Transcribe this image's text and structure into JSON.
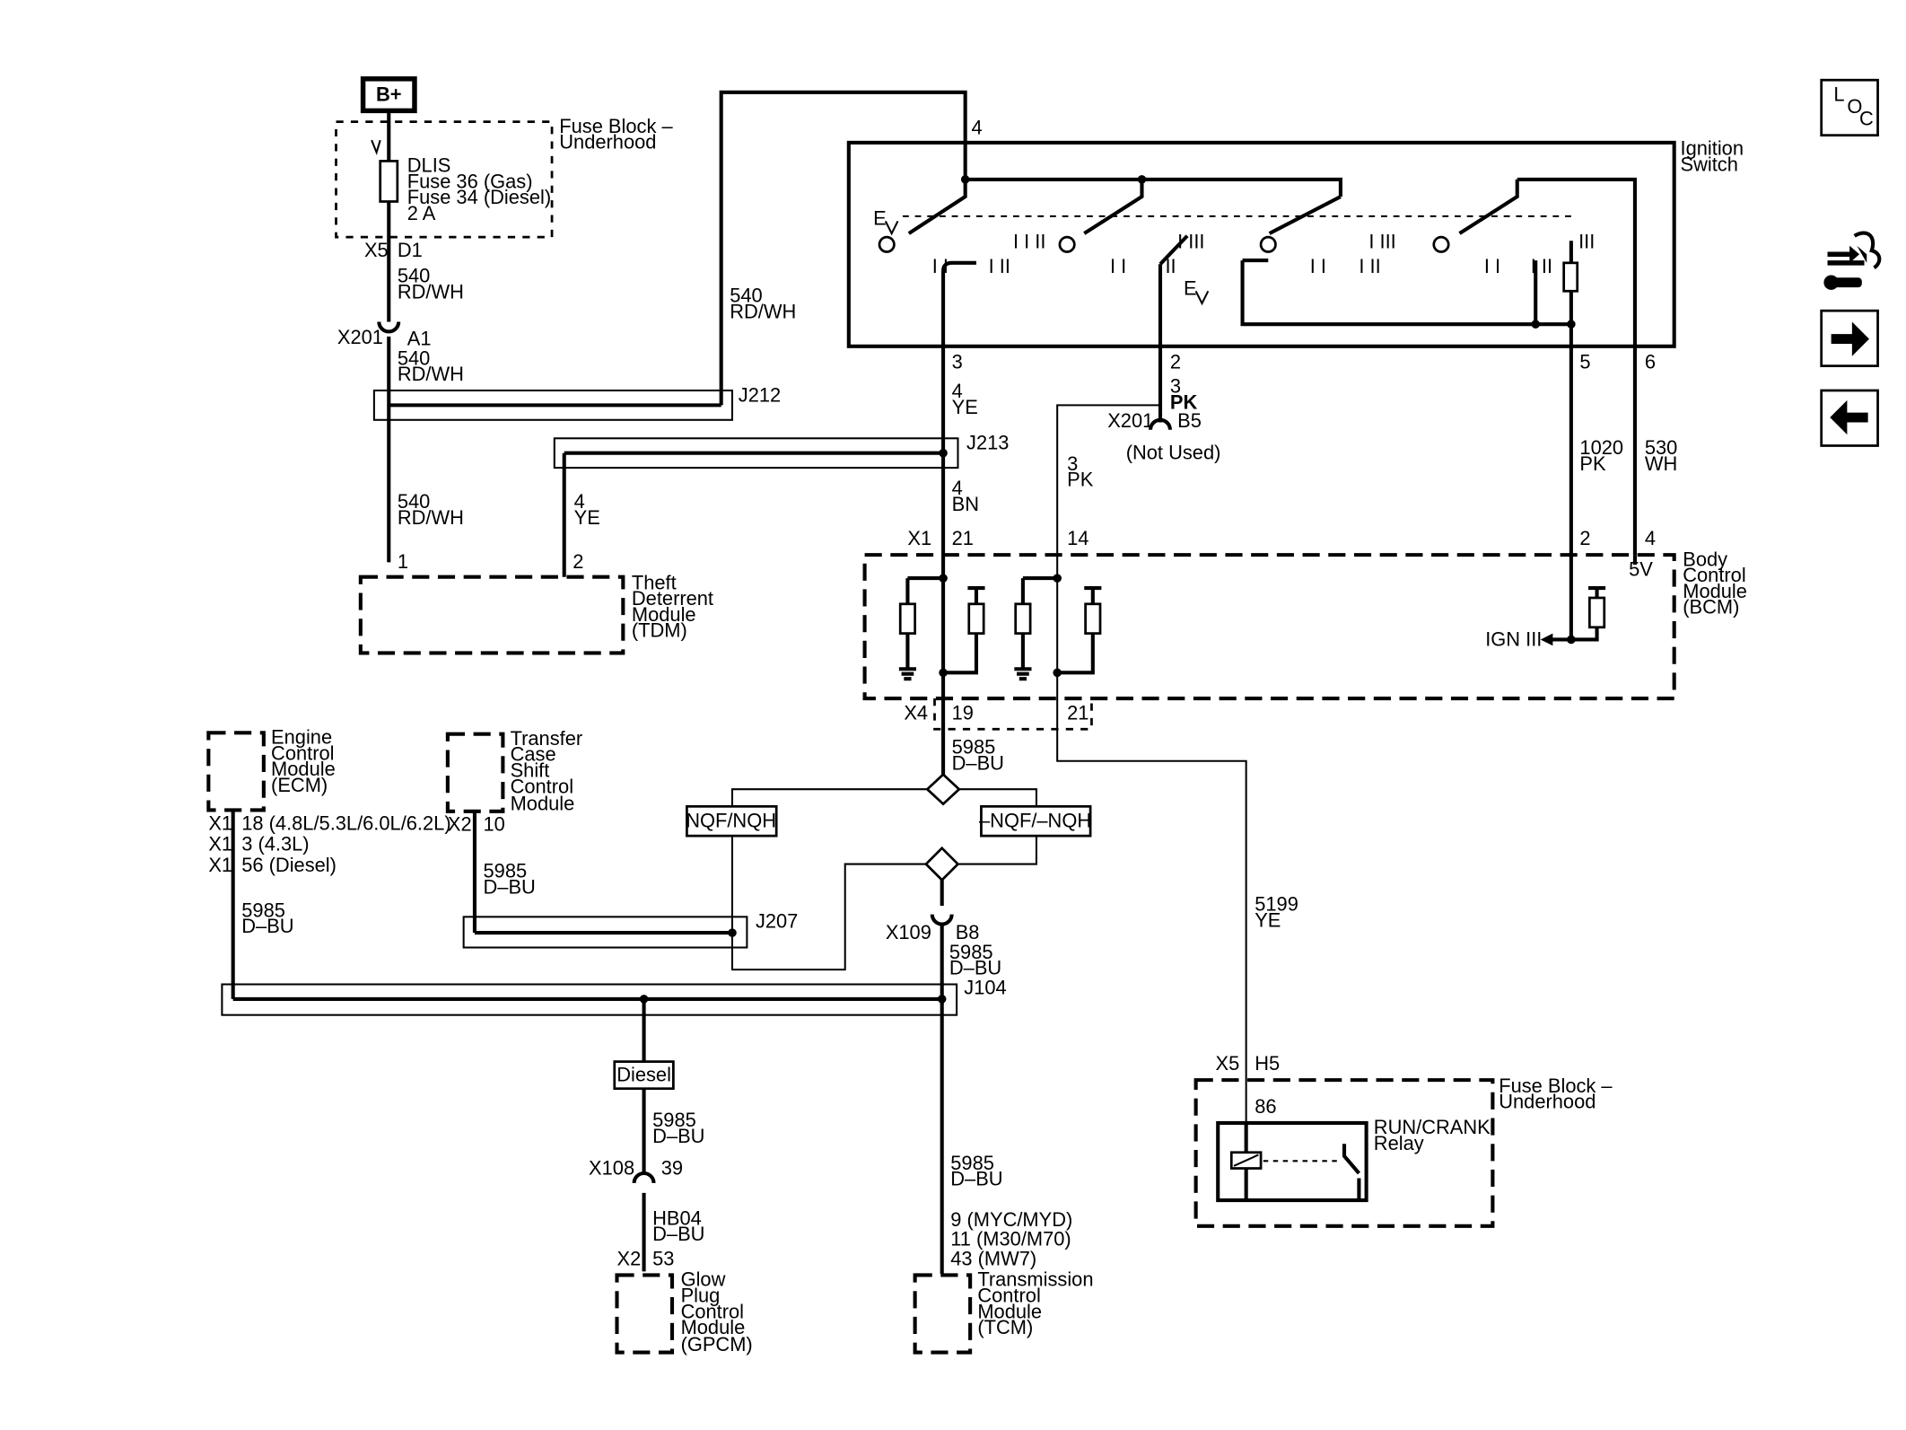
{
  "power": {
    "label": "B+"
  },
  "fuse_block_top": {
    "name_line1": "Fuse Block –",
    "name_line2": "Underhood"
  },
  "fuse": {
    "line1": "DLIS",
    "line2": "Fuse 36 (Gas)",
    "line3": "Fuse 34 (Diesel)",
    "line4": "2 A"
  },
  "conn_x5_top": {
    "conn": "X5",
    "pin": "D1"
  },
  "wire_540_a": {
    "num": "540",
    "color": "RD/WH"
  },
  "conn_x201_a": {
    "conn": "X201",
    "pin": "A1"
  },
  "wire_540_b": {
    "num": "540",
    "color": "RD/WH"
  },
  "wire_540_c": {
    "num": "540",
    "color": "RD/WH"
  },
  "wire_540_d": {
    "num": "540",
    "color": "RD/WH"
  },
  "splice_j212": "J212",
  "splice_j213": "J213",
  "splice_j207": "J207",
  "splice_j104": "J104",
  "ignition": {
    "name_line1": "Ignition",
    "name_line2": "Switch",
    "pin_top": "4",
    "pin_3": "3",
    "pin_2": "2",
    "pin_5": "5",
    "pin_6": "6"
  },
  "wire_4_ye_a": {
    "num": "4",
    "color": "YE"
  },
  "wire_4_ye_b": {
    "num": "4",
    "color": "YE"
  },
  "wire_4_bn": {
    "num": "4",
    "color": "BN"
  },
  "wire_3_pk_a": {
    "num": "3",
    "color": "PK"
  },
  "wire_3_pk_b": {
    "num": "3",
    "color": "PK"
  },
  "conn_x201_b": {
    "conn": "X201",
    "pin": "B5",
    "note": "(Not Used)"
  },
  "wire_1020": {
    "num": "1020",
    "color": "PK"
  },
  "wire_530": {
    "num": "530",
    "color": "WH"
  },
  "tdm": {
    "pin1": "1",
    "pin2": "2",
    "line1": "Theft",
    "line2": "Deterrent",
    "line3": "Module",
    "line4": "(TDM)"
  },
  "bcm": {
    "conn_x1": "X1",
    "pin21": "21",
    "pin14": "14",
    "pin2": "2",
    "pin4": "4",
    "v5": "5V",
    "ign": "IGN III",
    "conn_x4": "X4",
    "pin19": "19",
    "pin21b": "21",
    "line1": "Body",
    "line2": "Control",
    "line3": "Module",
    "line4": "(BCM)"
  },
  "wire_5985_bcm": {
    "num": "5985",
    "color": "D–BU"
  },
  "opt_left": "NQF/NQH",
  "opt_right": "–NQF/–NQH",
  "ecm": {
    "line1": "Engine",
    "line2": "Control",
    "line3": "Module",
    "line4": "(ECM)",
    "x1a": "X1",
    "x1a_pin": "18 (4.8L/5.3L/6.0L/6.2L)",
    "x1b": "X1",
    "x1b_pin": "3 (4.3L)",
    "x1c": "X1",
    "x1c_pin": "56 (Diesel)"
  },
  "wire_5985_ecm": {
    "num": "5985",
    "color": "D–BU"
  },
  "tcsm": {
    "line1": "Transfer",
    "line2": "Case",
    "line3": "Shift",
    "line4": "Control",
    "line5": "Module",
    "conn": "X2",
    "pin": "10"
  },
  "wire_5985_tcsm": {
    "num": "5985",
    "color": "D–BU"
  },
  "conn_x109": {
    "conn": "X109",
    "pin": "B8"
  },
  "wire_5985_x109": {
    "num": "5985",
    "color": "D–BU"
  },
  "diesel_option": "Diesel",
  "wire_5985_diesel": {
    "num": "5985",
    "color": "D–BU"
  },
  "conn_x108": {
    "conn": "X108",
    "pin": "39"
  },
  "wire_hb04": {
    "num": "HB04",
    "color": "D–BU"
  },
  "gpcm": {
    "conn": "X2",
    "pin": "53",
    "line1": "Glow",
    "line2": "Plug",
    "line3": "Control",
    "line4": "Module",
    "line5": "(GPCM)"
  },
  "wire_5985_tcm": {
    "num": "5985",
    "color": "D–BU"
  },
  "tcm": {
    "pin_a": "9 (MYC/MYD)",
    "pin_b": "11 (M30/M70)",
    "pin_c": "43 (MW7)",
    "line1": "Transmission",
    "line2": "Control",
    "line3": "Module",
    "line4": "(TCM)"
  },
  "wire_5199": {
    "num": "5199",
    "color": "YE"
  },
  "fuse_block_bottom": {
    "conn": "X5",
    "pin": "H5",
    "name_line1": "Fuse Block –",
    "name_line2": "Underhood"
  },
  "relay": {
    "pin": "86",
    "name_line1": "RUN/CRANK",
    "name_line2": "Relay"
  },
  "nav": {
    "loc_l": "L",
    "loc_o": "O",
    "loc_c": "C"
  }
}
